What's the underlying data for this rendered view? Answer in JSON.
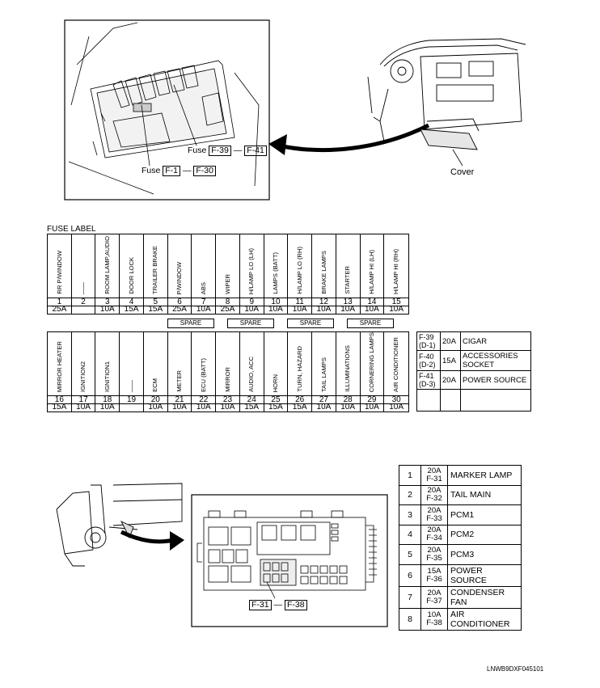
{
  "top_callouts": {
    "fuse_word_a": "Fuse",
    "fuse_a_from": "F-39",
    "fuse_a_to": "F-41",
    "fuse_word_b": "Fuse",
    "fuse_b_from": "F-1",
    "fuse_b_to": "F-30",
    "dash": "—",
    "cover_label": "Cover"
  },
  "fuse_label": {
    "title": "FUSE LABEL",
    "row1": [
      {
        "label": "RR P/WINDOW",
        "num": "1",
        "amp": "25A"
      },
      {
        "label": "——",
        "num": "2",
        "amp": ""
      },
      {
        "label": "ROOM LAMP,AUDIO",
        "num": "3",
        "amp": "10A"
      },
      {
        "label": "DOOR LOCK",
        "num": "4",
        "amp": "15A"
      },
      {
        "label": "TRAILER BRAKE",
        "num": "5",
        "amp": "15A"
      },
      {
        "label": "P/WINDOW",
        "num": "6",
        "amp": "25A"
      },
      {
        "label": "ABS",
        "num": "7",
        "amp": "10A"
      },
      {
        "label": "WIPER",
        "num": "8",
        "amp": "25A"
      },
      {
        "label": "H/LAMP LO (LH)",
        "num": "9",
        "amp": "10A"
      },
      {
        "label": "LAMPS (BATT)",
        "num": "10",
        "amp": "10A"
      },
      {
        "label": "H/LAMP LO (RH)",
        "num": "11",
        "amp": "10A"
      },
      {
        "label": "BRAKE LAMPS",
        "num": "12",
        "amp": "10A"
      },
      {
        "label": "STARTER",
        "num": "13",
        "amp": "10A"
      },
      {
        "label": "H/LAMP HI (LH)",
        "num": "14",
        "amp": "10A"
      },
      {
        "label": "H/LAMP HI (RH)",
        "num": "15",
        "amp": "10A"
      }
    ],
    "spare_label": "SPARE",
    "row2": [
      {
        "label": "MIRROR HEATER",
        "num": "16",
        "amp": "15A"
      },
      {
        "label": "IGNITION2",
        "num": "17",
        "amp": "10A"
      },
      {
        "label": "IGNITION1",
        "num": "18",
        "amp": "10A"
      },
      {
        "label": "——",
        "num": "19",
        "amp": ""
      },
      {
        "label": "ECM",
        "num": "20",
        "amp": "10A"
      },
      {
        "label": "METER",
        "num": "21",
        "amp": "10A"
      },
      {
        "label": "ECU (BATT)",
        "num": "22",
        "amp": "10A"
      },
      {
        "label": "MIRROR",
        "num": "23",
        "amp": "10A"
      },
      {
        "label": "AUDIO, ACC",
        "num": "24",
        "amp": "15A"
      },
      {
        "label": "HORN",
        "num": "25",
        "amp": "15A"
      },
      {
        "label": "TURN, HAZARD",
        "num": "26",
        "amp": "15A"
      },
      {
        "label": "TAIL LAMPS",
        "num": "27",
        "amp": "10A"
      },
      {
        "label": "ILLUMINATIONS",
        "num": "28",
        "amp": "10A"
      },
      {
        "label": "CORNERING LAMPS",
        "num": "29",
        "amp": "10A"
      },
      {
        "label": "AIR CONDITIONER",
        "num": "30",
        "amp": "10A"
      }
    ]
  },
  "side_fuses": [
    {
      "id": "F-39",
      "sub": "(D-1)",
      "amp": "20A",
      "name": "CIGAR"
    },
    {
      "id": "F-40",
      "sub": "(D-2)",
      "amp": "15A",
      "name": "ACCESSORIES SOCKET"
    },
    {
      "id": "F-41",
      "sub": "(D-3)",
      "amp": "20A",
      "name": "POWER SOURCE"
    }
  ],
  "bottom_callout": {
    "from": "F-31",
    "dash": "—",
    "to": "F-38"
  },
  "relay_fuses": [
    {
      "n": "1",
      "amp": "20A",
      "id": "F-31",
      "name": "MARKER LAMP"
    },
    {
      "n": "2",
      "amp": "20A",
      "id": "F-32",
      "name": "TAIL MAIN"
    },
    {
      "n": "3",
      "amp": "20A",
      "id": "F-33",
      "name": "PCM1"
    },
    {
      "n": "4",
      "amp": "20A",
      "id": "F-34",
      "name": "PCM2"
    },
    {
      "n": "5",
      "amp": "20A",
      "id": "F-35",
      "name": "PCM3"
    },
    {
      "n": "6",
      "amp": "15A",
      "id": "F-36",
      "name": "POWER SOURCE"
    },
    {
      "n": "7",
      "amp": "20A",
      "id": "F-37",
      "name": "CONDENSER FAN"
    },
    {
      "n": "8",
      "amp": "10A",
      "id": "F-38",
      "name": "AIR CONDITIONER"
    }
  ],
  "doc_code": "LNWB9DXF045101"
}
